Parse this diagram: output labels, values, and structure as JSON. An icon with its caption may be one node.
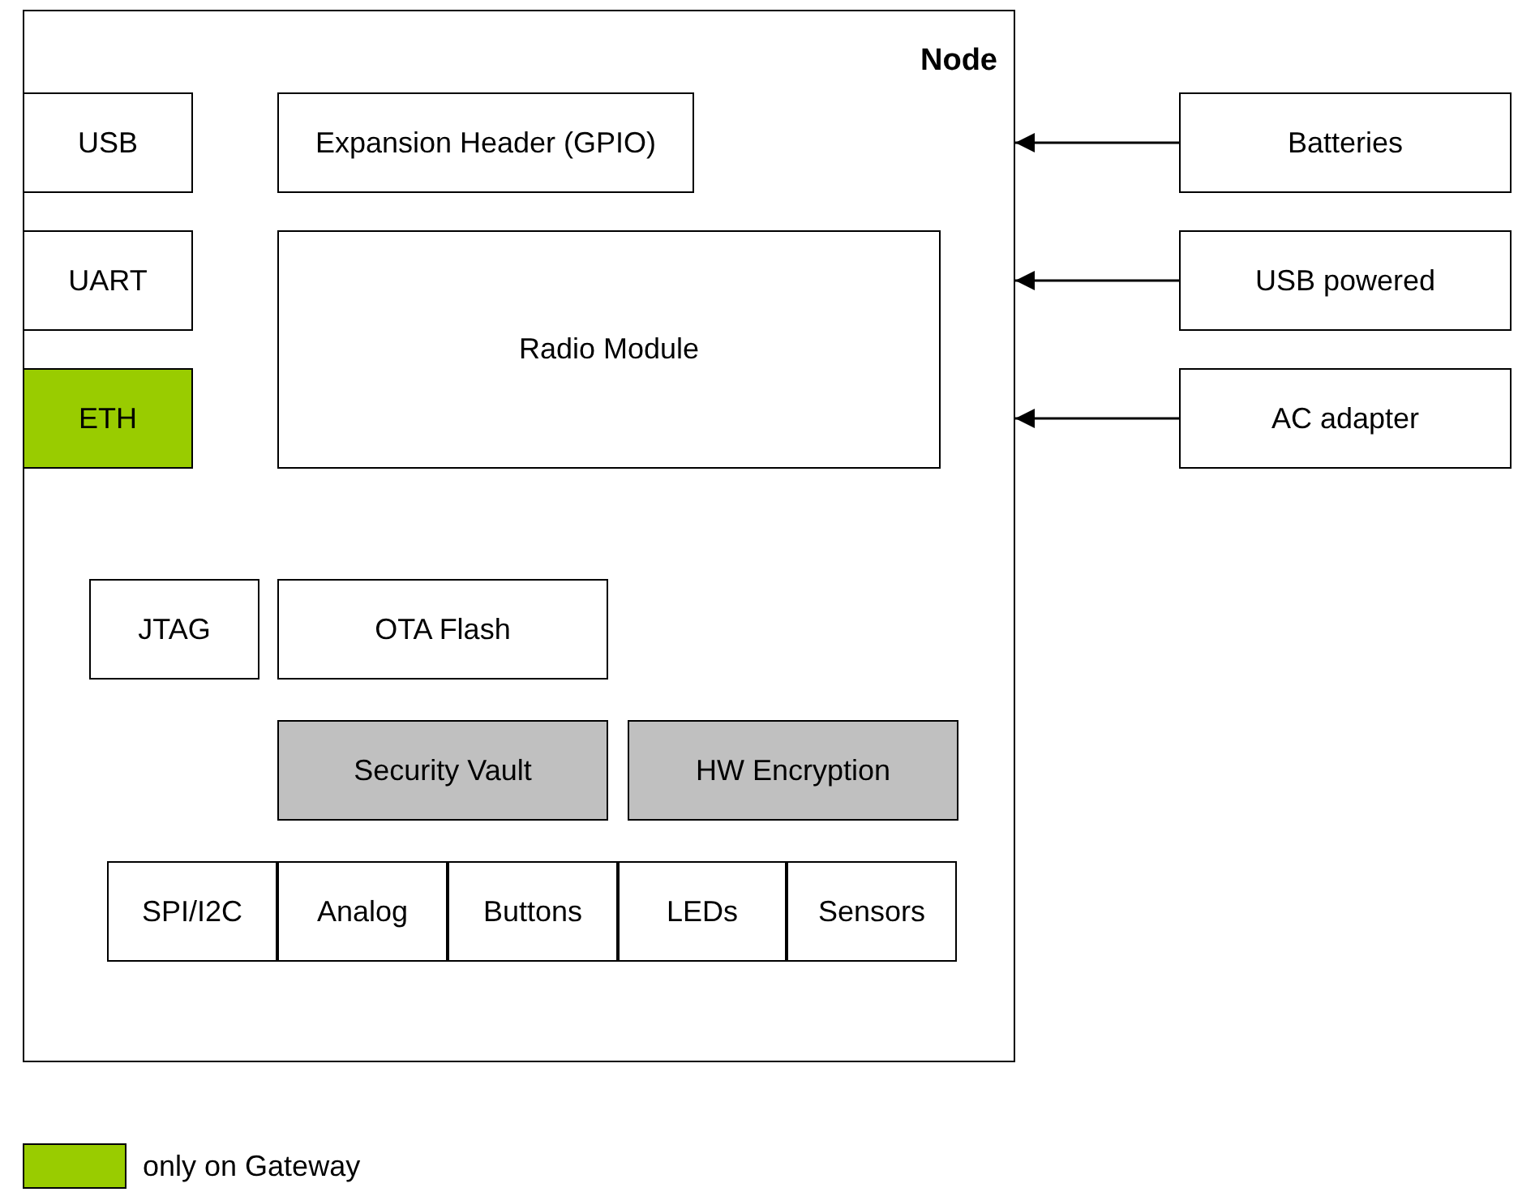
{
  "diagram": {
    "nodes": [
      {
        "text": [
          "Node"
        ]
      },
      {
        "text": [
          "USB"
        ],
        "in": 0
      },
      {
        "text": [
          "Expansion Header (GPIO)"
        ],
        "in": 0
      },
      {
        "text": [
          "UART"
        ],
        "in": 0
      },
      {
        "text": [
          "Radio Module"
        ],
        "in": 0
      },
      {
        "text": [
          "ETH"
        ],
        "in": 0
      },
      {
        "text": [
          "JTAG"
        ],
        "in": 0
      },
      {
        "text": [
          "OTA Flash"
        ],
        "in": 0
      },
      {
        "text": [
          "Security Vault"
        ],
        "in": 0
      },
      {
        "text": [
          "HW Encryption"
        ],
        "in": 0
      },
      {
        "text": [
          "SPI/I2C"
        ],
        "in": 0
      },
      {
        "text": [
          "Analog"
        ],
        "in": 0
      },
      {
        "text": [
          "Buttons"
        ],
        "in": 0
      },
      {
        "text": [
          "LEDs"
        ],
        "in": 0
      },
      {
        "text": [
          "Sensors"
        ],
        "in": 0
      },
      {
        "text": [
          "Batteries"
        ]
      },
      {
        "text": [
          "USB powered"
        ]
      },
      {
        "text": [
          "AC adapter"
        ]
      }
    ],
    "edges": [
      {
        "from": 15,
        "to": 0,
        "arrow": "to"
      },
      {
        "from": 16,
        "to": 0,
        "arrow": "to"
      },
      {
        "from": 17,
        "to": 0,
        "arrow": "to"
      }
    ],
    "legend": [
      {
        "text": "only on Gateway",
        "color": "#99cc00"
      }
    ]
  }
}
